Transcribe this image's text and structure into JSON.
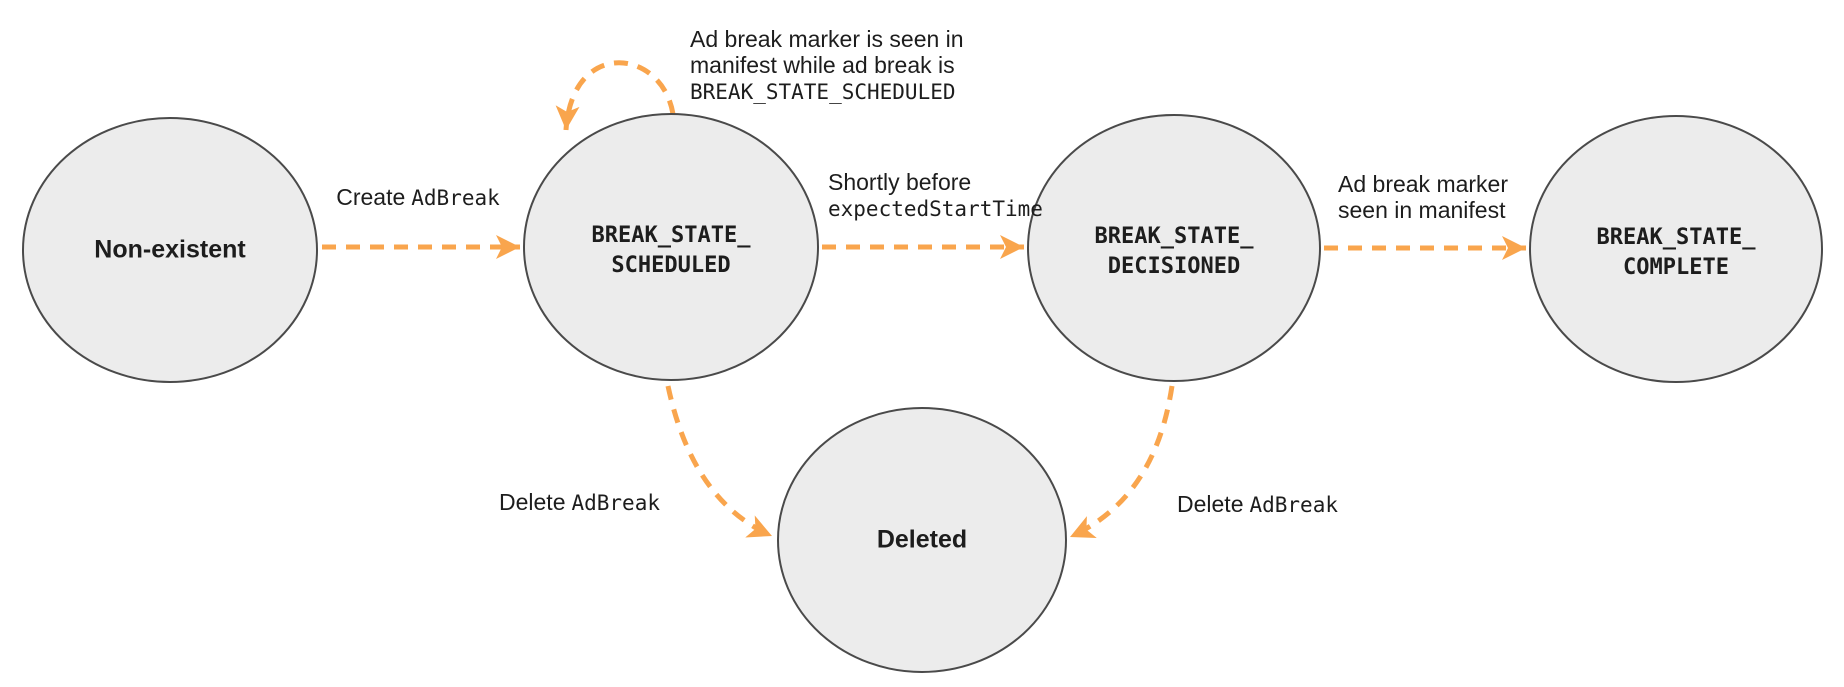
{
  "colors": {
    "arrow": "#f9a54d",
    "node_fill": "#ececec",
    "node_stroke": "#4a4a4a",
    "text": "#1d1d1d"
  },
  "states": {
    "non_existent": {
      "label": "Non-existent"
    },
    "scheduled": {
      "line1": "BREAK_STATE_",
      "line2": "SCHEDULED"
    },
    "decisioned": {
      "line1": "BREAK_STATE_",
      "line2": "DECISIONED"
    },
    "complete": {
      "line1": "BREAK_STATE_",
      "line2": "COMPLETE"
    },
    "deleted": {
      "label": "Deleted"
    }
  },
  "transitions": {
    "create": {
      "text": "Create",
      "code": "AdBreak"
    },
    "self_loop": {
      "line1": "Ad break marker is seen in",
      "line2": "manifest while ad break is",
      "code": "BREAK_STATE_SCHEDULED"
    },
    "to_decisioned": {
      "text": "Shortly before",
      "code": "expectedStartTime"
    },
    "to_complete": {
      "line1": "Ad break marker",
      "line2": "seen in manifest"
    },
    "delete_from_scheduled": {
      "text": "Delete",
      "code": "AdBreak"
    },
    "delete_from_decisioned": {
      "text": "Delete",
      "code": "AdBreak"
    }
  }
}
